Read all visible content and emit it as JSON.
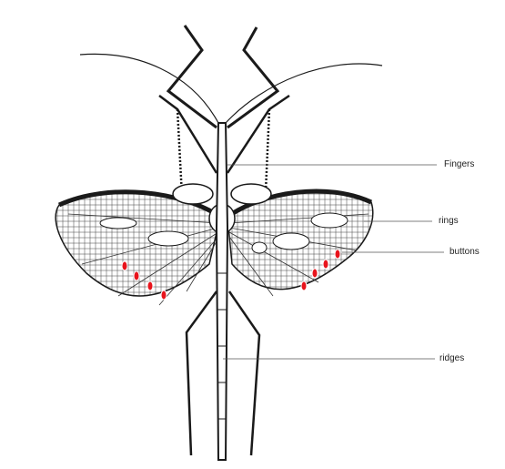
{
  "labels": {
    "fingers": "Fingers",
    "rings": "rings",
    "buttons": "buttons",
    "ridges": "ridges"
  },
  "colors": {
    "ink": "#1a1a1a",
    "wing_fill": "#f2f2f2",
    "highlight": "#e8141c",
    "leader_line": "#555555"
  },
  "illustration": "stick-insect-with-spread-wings"
}
